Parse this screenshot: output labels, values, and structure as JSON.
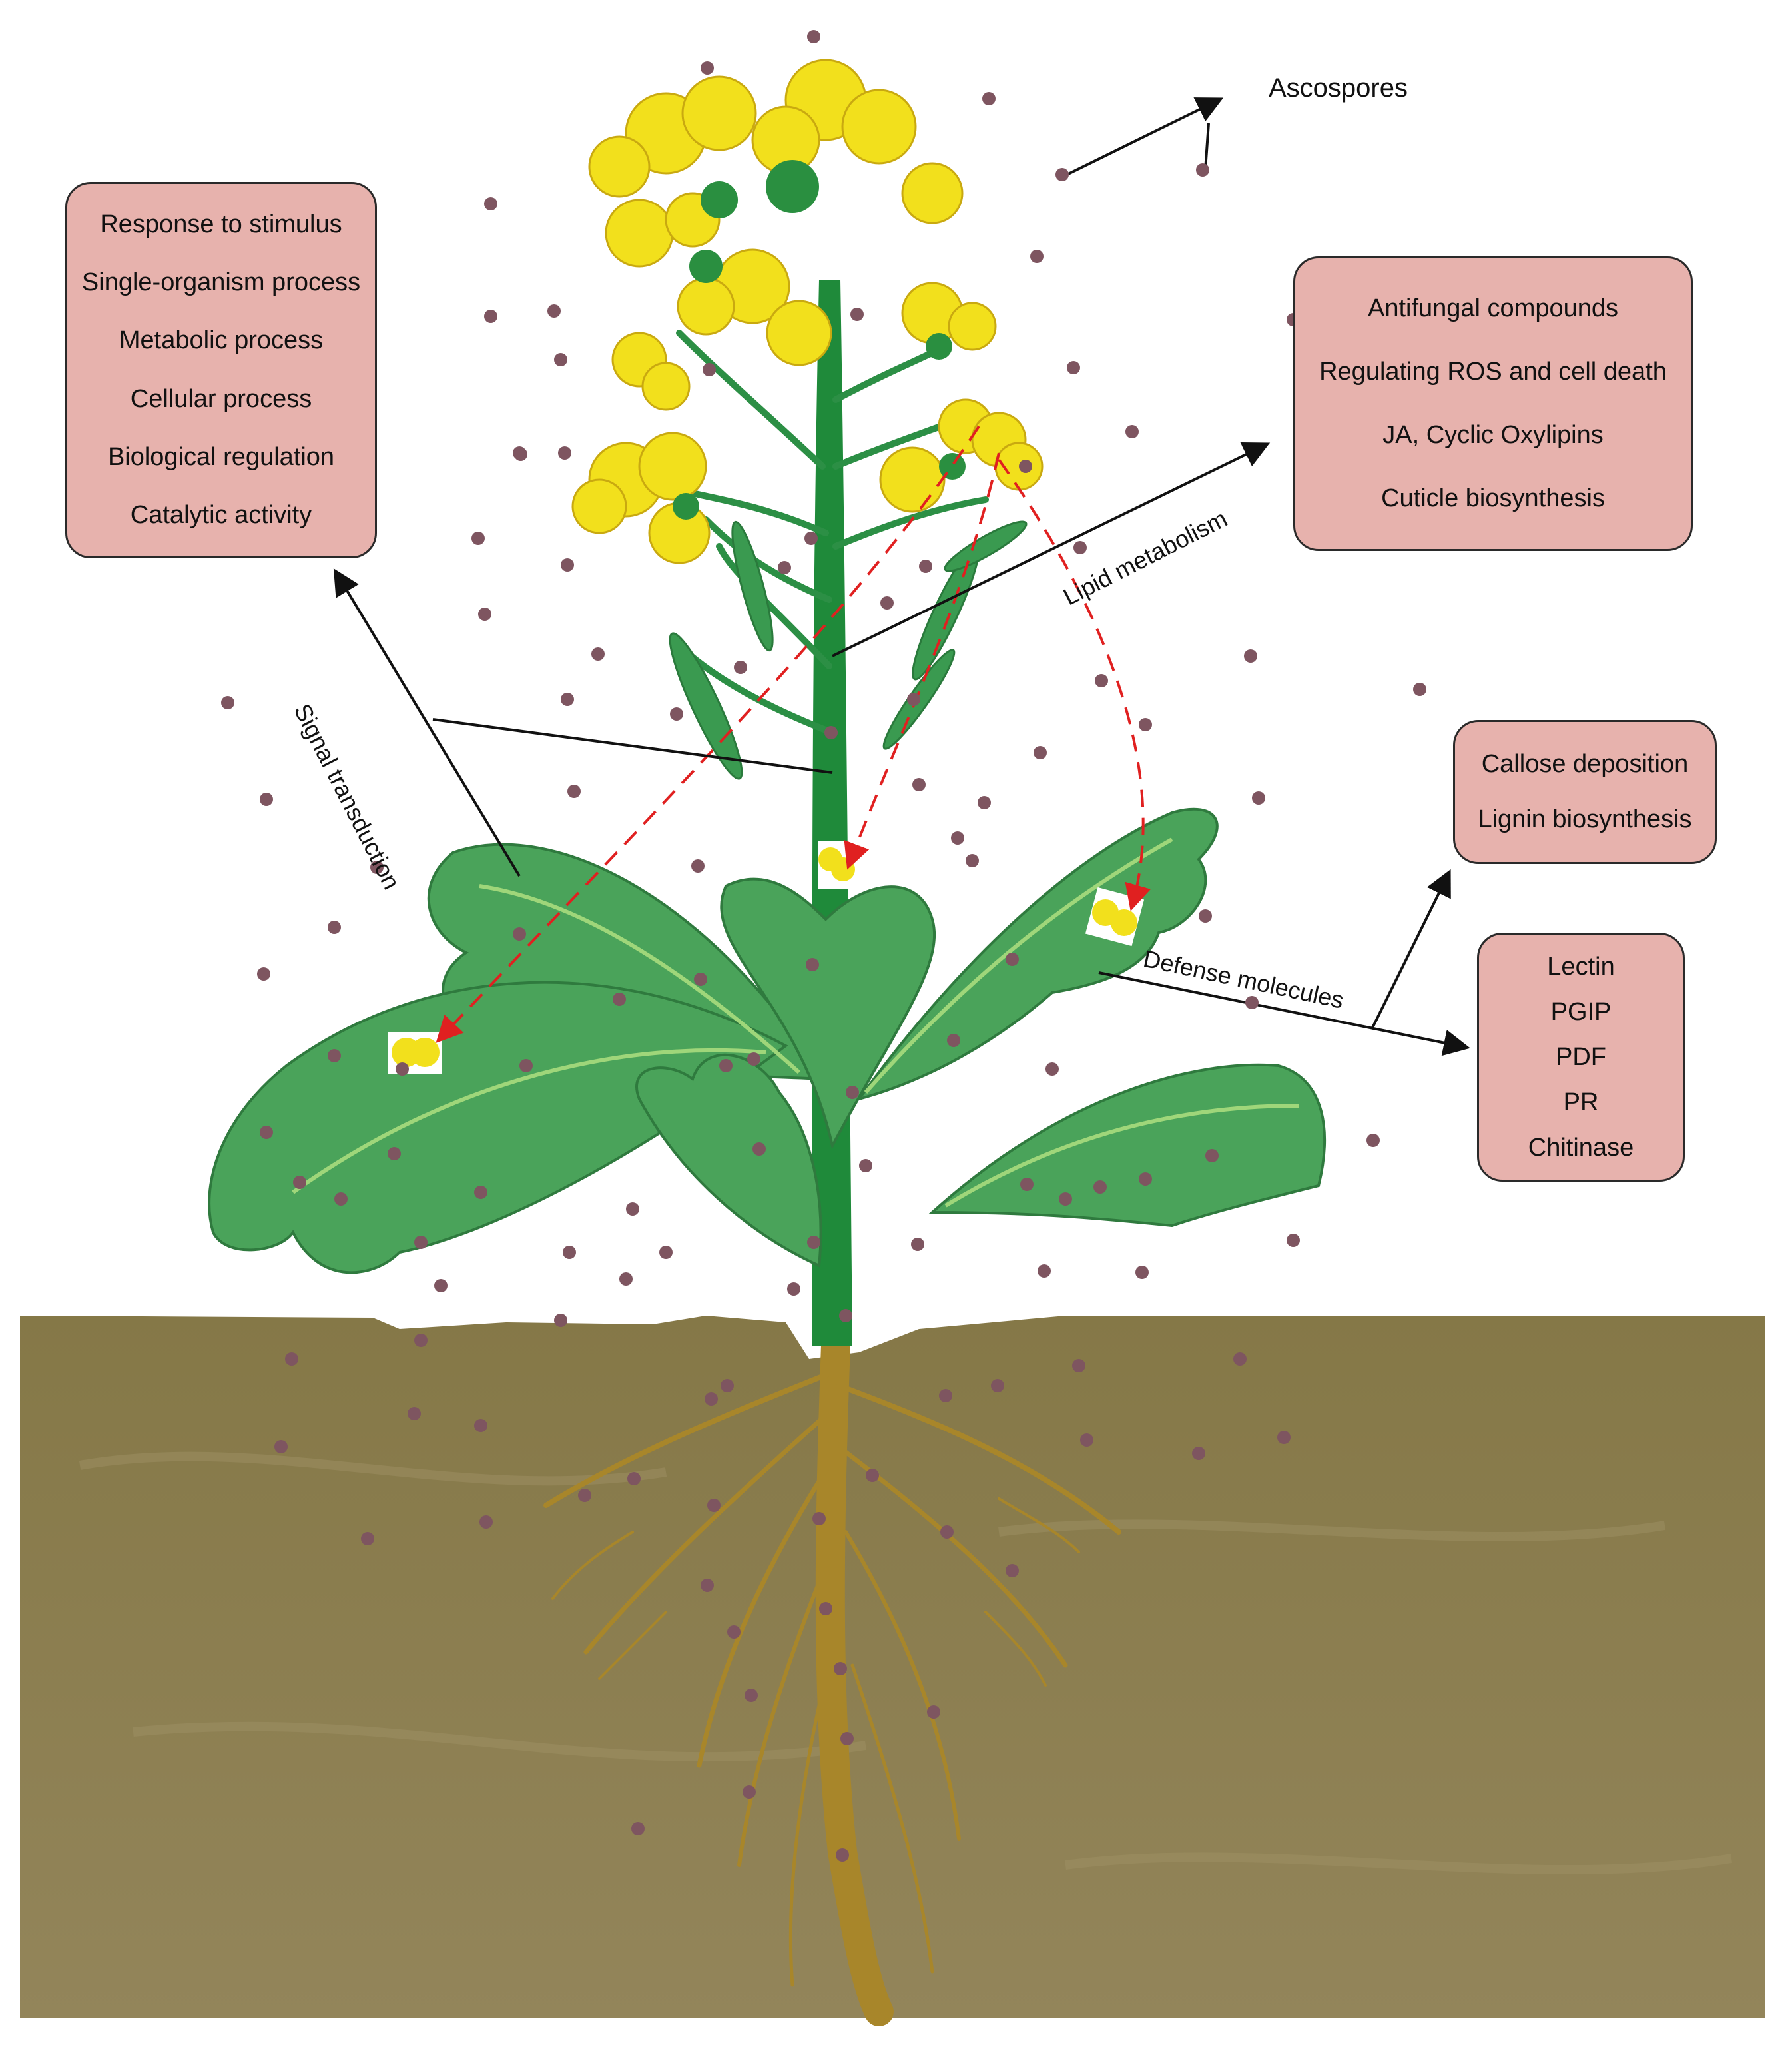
{
  "labels": {
    "ascospores": "Ascospores",
    "signal_transduction": "Signal transduction",
    "lipid_metabolism": "Lipid metabolism",
    "defense_molecules": "Defense molecules"
  },
  "boxes": {
    "go_terms": [
      "Response to stimulus",
      "Single-organism process",
      "Metabolic process",
      "Cellular process",
      "Biological regulation",
      "Catalytic activity"
    ],
    "lipid": [
      "Antifungal compounds",
      "Regulating ROS and cell death",
      "JA, Cyclic Oxylipins",
      "Cuticle biosynthesis"
    ],
    "cell_wall": [
      "Callose deposition",
      "Lignin biosynthesis"
    ],
    "defense": [
      "Lectin",
      "PGIP",
      "PDF",
      "PR",
      "Chitinase"
    ]
  },
  "colors": {
    "box_fill": "#e7b2ad",
    "soil": "#8d7f4a",
    "leaf": "#4aa35a",
    "stem": "#1f8a3a",
    "flower": "#f2e01c",
    "root": "#a8862a",
    "spore": "#7e5560",
    "infection_arrow": "#e02020"
  },
  "icons": [
    "ascospore-dot-icon",
    "infected-flower-icon"
  ]
}
